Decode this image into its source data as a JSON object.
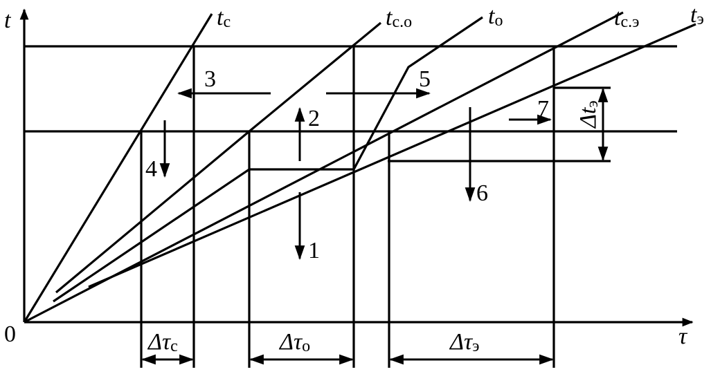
{
  "axes": {
    "y_label": "t",
    "x_label": "τ",
    "origin_label": "0"
  },
  "curves": [
    {
      "symbol": "t",
      "subscript": "с"
    },
    {
      "symbol": "t",
      "subscript": "с.о"
    },
    {
      "symbol": "t",
      "subscript": "о"
    },
    {
      "symbol": "t",
      "subscript": "с.э"
    },
    {
      "symbol": "t",
      "subscript": "э"
    }
  ],
  "markers": [
    "1",
    "2",
    "3",
    "4",
    "5",
    "6",
    "7"
  ],
  "intervals": [
    {
      "symbol": "Δτ",
      "subscript": "с"
    },
    {
      "symbol": "Δτ",
      "subscript": "о"
    },
    {
      "symbol": "Δτ",
      "subscript": "э"
    }
  ],
  "delta_t": {
    "symbol": "Δt",
    "subscript": "э"
  }
}
